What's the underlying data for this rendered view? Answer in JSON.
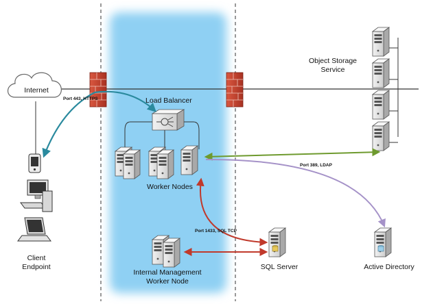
{
  "labels": {
    "internet": "Internet",
    "load_balancer": "Load Balancer",
    "worker_nodes": "Worker Nodes",
    "object_storage_line1": "Object Storage",
    "object_storage_line2": "Service",
    "client_line1": "Client",
    "client_line2": "Endpoint",
    "internal_mgmt_line1": "Internal Management",
    "internal_mgmt_line2": "Worker Node",
    "sql_server": "SQL Server",
    "active_directory": "Active Directory"
  },
  "ports": {
    "https": "Port 443, HTTPS",
    "ldap": "Port 389, LDAP",
    "sql": "Port 1433, SQL TCP"
  },
  "colors": {
    "zone_fill": "#8fd0f3",
    "https_arrow": "#2a8a9e",
    "ldap_arrow": "#a592c8",
    "sql_arrow": "#c0392b",
    "storage_arrow": "#6e9a2e",
    "firewall": "#c0392b",
    "server_body": "#e6e6e6"
  }
}
